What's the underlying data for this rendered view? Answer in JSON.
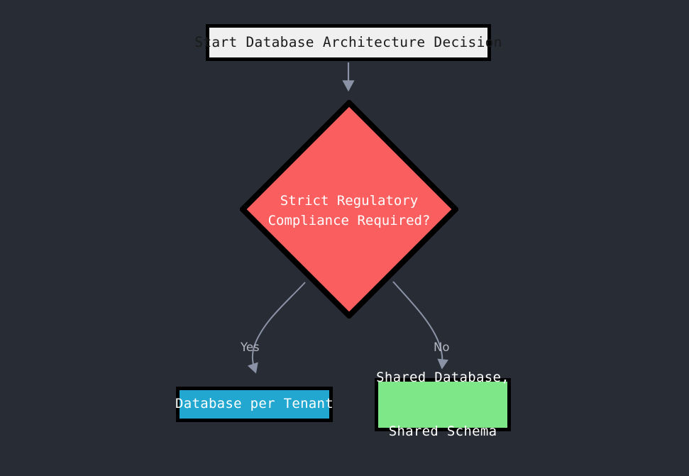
{
  "diagram": {
    "type": "flowchart",
    "title": "Database Architecture Decision",
    "background_color": "#282c35",
    "nodes": [
      {
        "id": "start",
        "shape": "rectangle",
        "label": "Start Database Architecture Decision",
        "fill": "#f0f0f0",
        "text_color": "#1a1a1a",
        "border_color": "#000000"
      },
      {
        "id": "decision",
        "shape": "diamond",
        "label_line1": "Strict Regulatory",
        "label_line2": "Compliance Required?",
        "fill": "#fa5e5e",
        "text_color": "#ffffff",
        "border_color": "#000000"
      },
      {
        "id": "db-per-tenant",
        "shape": "rectangle",
        "label": "Database per Tenant",
        "fill": "#22a7d0",
        "text_color": "#ffffff",
        "border_color": "#000000"
      },
      {
        "id": "shared-schema",
        "shape": "rectangle",
        "label_line1": "Shared Database,",
        "label_line2": "Shared Schema",
        "fill": "#7ee787",
        "text_color": "#ffffff",
        "border_color": "#000000"
      }
    ],
    "edges": [
      {
        "id": "start-to-decision",
        "from": "start",
        "to": "decision",
        "label": "",
        "color": "#8a93a5"
      },
      {
        "id": "decision-to-db-per-tenant",
        "from": "decision",
        "to": "db-per-tenant",
        "label": "Yes",
        "color": "#8a93a5"
      },
      {
        "id": "decision-to-shared-schema",
        "from": "decision",
        "to": "shared-schema",
        "label": "No",
        "color": "#8a93a5"
      }
    ],
    "edge_label_color": "#b3b9c4"
  }
}
